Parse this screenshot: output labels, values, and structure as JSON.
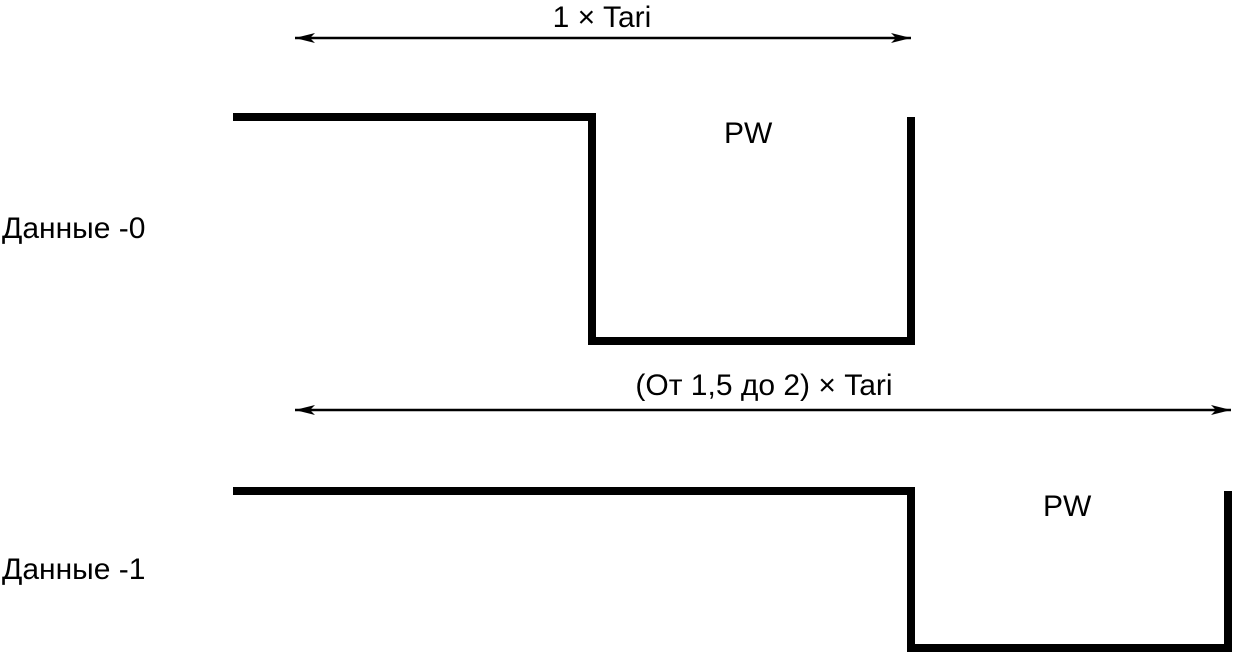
{
  "rows": [
    {
      "label": "Данные -0",
      "pulse_label": "PW",
      "dimension_label": "1 × Tari"
    },
    {
      "label": "Данные -1",
      "pulse_label": "PW",
      "dimension_label": "(От 1,5 до 2) × Tari"
    }
  ],
  "colors": {
    "line": "#000000",
    "background": "#ffffff"
  }
}
